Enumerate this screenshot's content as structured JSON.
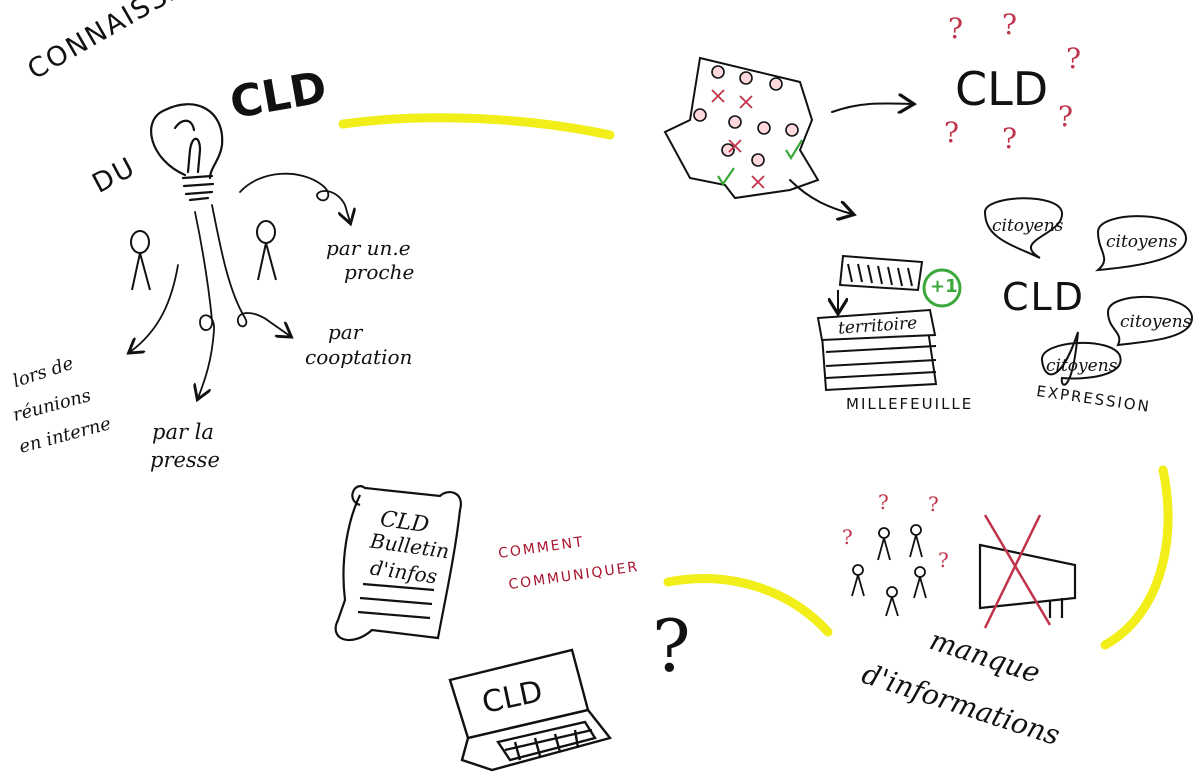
{
  "colors": {
    "ink": "#111111",
    "highlight": "#f2ee1a",
    "question": "#c0334a",
    "accent_red": "#a8152e",
    "green": "#3aa83a"
  },
  "title": {
    "line1": "CONNAISSANCE",
    "line2": "DU",
    "cld": "CLD"
  },
  "knowledge_channels": {
    "proche": [
      "par un.e",
      "proche"
    ],
    "cooptation": [
      "par",
      "cooptation"
    ],
    "reunions": [
      "lors de",
      "réunions",
      "en interne"
    ],
    "presse": [
      "par la",
      "presse"
    ]
  },
  "top_right": {
    "cld": "CLD",
    "question_mark": "?"
  },
  "territory": {
    "label": "territoire",
    "badge": "+1",
    "caption": "MILLEFEUILLE"
  },
  "expression": {
    "cld": "CLD",
    "bubble_label": "citoyens",
    "caption": "EXPRESSION"
  },
  "bulletin": {
    "line1": "CLD",
    "line2": "Bulletin",
    "line3": "d'infos"
  },
  "communication": {
    "line1": "COMMENT",
    "line2": "COMMUNIQUER",
    "question_mark": "?"
  },
  "laptop": {
    "screen_text": "CLD"
  },
  "info_gap": {
    "line1": "manque",
    "line2": "d'informations",
    "question_mark": "?"
  },
  "icons": [
    "lightbulb-icon",
    "person-icon",
    "map-icon",
    "layered-cake-icon",
    "speech-bubble-icon",
    "scroll-icon",
    "laptop-icon",
    "megaphone-icon",
    "question-mark-icon"
  ]
}
